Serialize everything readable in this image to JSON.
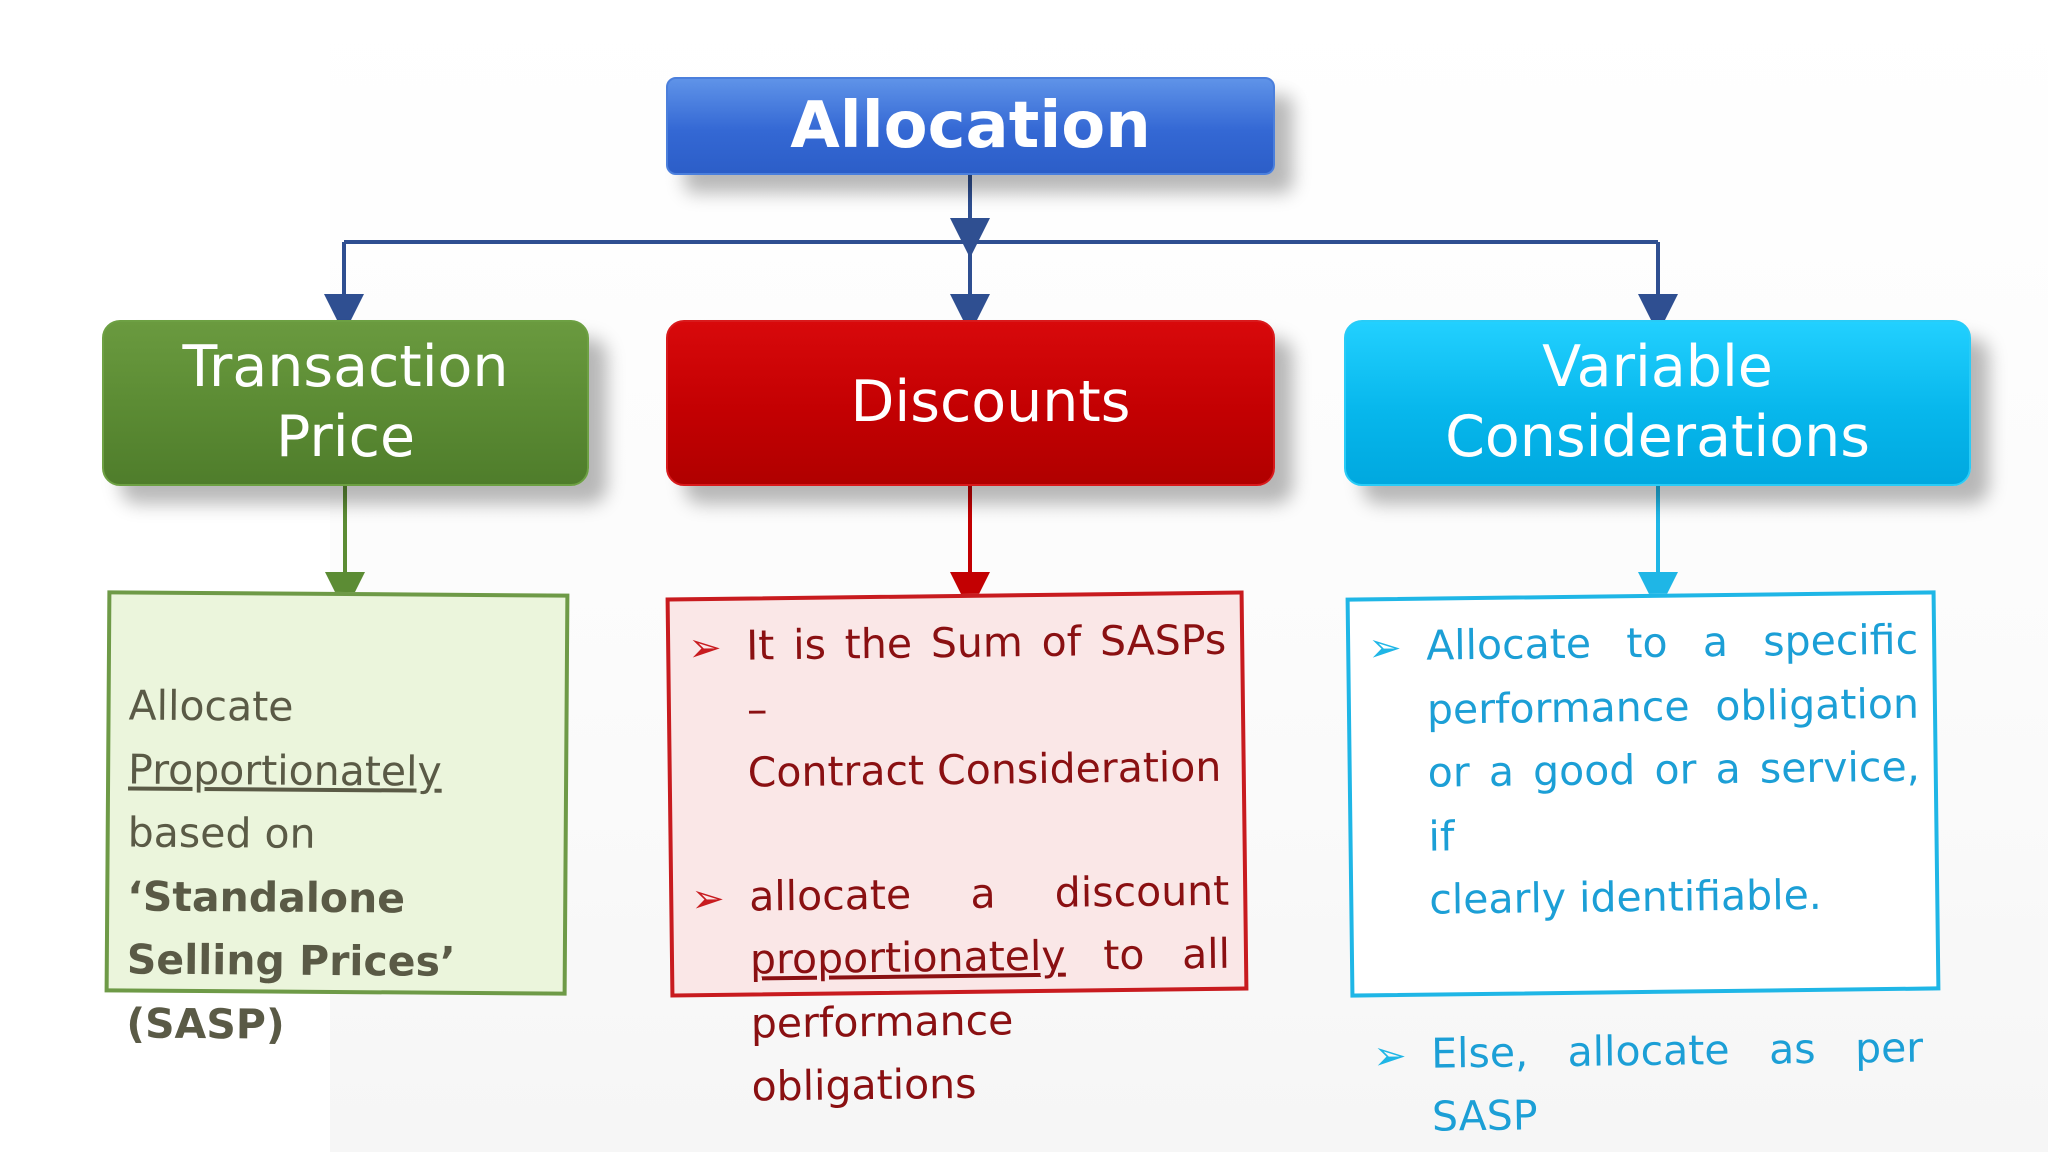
{
  "title": "Allocation",
  "categories": [
    {
      "label_line1": "Transaction",
      "label_line2": "Price"
    },
    {
      "label_line1": "Discounts"
    },
    {
      "label_line1": "Variable",
      "label_line2": "Considerations"
    }
  ],
  "details": {
    "transaction_price": {
      "line1": "Allocate",
      "line2": "Proportionately",
      "line3_prefix": "based on ",
      "line3_bold": "‘Standalone",
      "line4_bold": "Selling Prices’",
      "line4_suffix": " (SASP)"
    },
    "discounts": {
      "bullet1_line1": "It is the Sum of SASPs –",
      "bullet1_line2": "Contract Consideration",
      "bullet2_line1": "allocate a discount",
      "bullet2_underlined": "proportionately",
      "bullet2_line2_suffix": " to all",
      "bullet2_line3": "performance obligations"
    },
    "variable_considerations": {
      "bullet1_line1": "Allocate to a specific",
      "bullet1_line2": "performance obligation",
      "bullet1_line3": "or a good or a service, if",
      "bullet1_line4": "clearly identifiable.",
      "bullet2": "Else, allocate as per SASP"
    }
  },
  "bullet_glyph": "➢",
  "colors": {
    "top_box": "#3468d4",
    "green": "#5c8c34",
    "red": "#c30002",
    "cyan": "#07b7ec",
    "connector_top": "#2f4f91"
  }
}
